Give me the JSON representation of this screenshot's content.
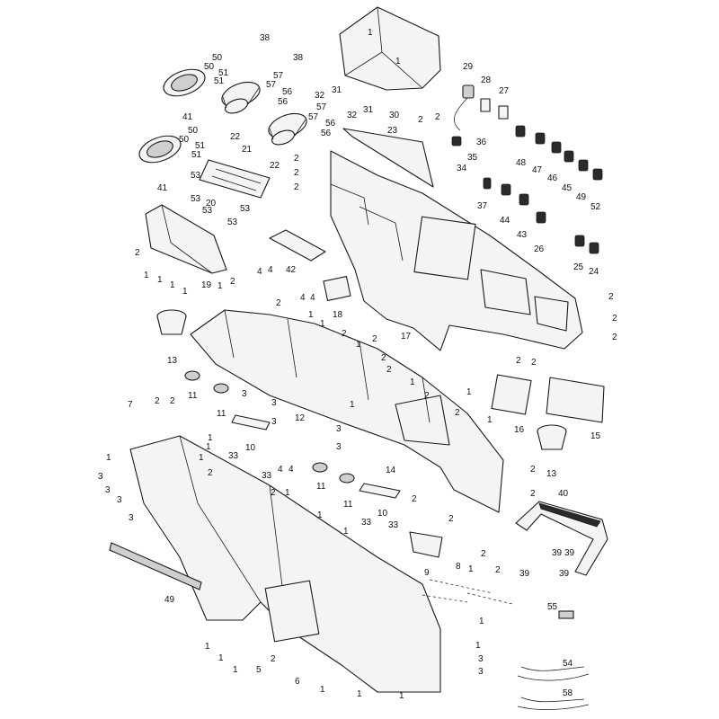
{
  "diagram": {
    "callouts": [
      "50",
      "50",
      "51",
      "51",
      "41",
      "50",
      "50",
      "51",
      "51",
      "41",
      "38",
      "38",
      "32",
      "31",
      "32",
      "31",
      "1",
      "1",
      "30",
      "2",
      "2",
      "29",
      "28",
      "27",
      "57",
      "57",
      "56",
      "56",
      "22",
      "57",
      "57",
      "56",
      "56",
      "22",
      "21",
      "20",
      "53",
      "53",
      "53",
      "53",
      "53",
      "23",
      "2",
      "2",
      "2",
      "36",
      "35",
      "34",
      "37",
      "48",
      "47",
      "46",
      "45",
      "49",
      "52",
      "44",
      "43",
      "26",
      "25",
      "24",
      "2",
      "1",
      "1",
      "1",
      "1",
      "2",
      "19",
      "4",
      "4",
      "42",
      "4",
      "4",
      "18",
      "2",
      "17",
      "2",
      "2",
      "2",
      "1",
      "2",
      "1",
      "1",
      "2",
      "1",
      "2",
      "2",
      "1",
      "2",
      "1",
      "2",
      "1",
      "1",
      "13",
      "11",
      "11",
      "3",
      "3",
      "3",
      "10",
      "33",
      "33",
      "12",
      "4",
      "4",
      "3",
      "3",
      "14",
      "16",
      "2",
      "2",
      "15",
      "13",
      "2",
      "2",
      "7",
      "2",
      "2",
      "1",
      "1",
      "1",
      "2",
      "1",
      "3",
      "3",
      "3",
      "3",
      "2",
      "1",
      "1",
      "1",
      "11",
      "11",
      "33",
      "10",
      "33",
      "2",
      "2",
      "9",
      "40",
      "39",
      "39",
      "39",
      "39",
      "49",
      "1",
      "1",
      "1",
      "5",
      "2",
      "6",
      "8",
      "1",
      "2",
      "2",
      "1",
      "1",
      "3",
      "3",
      "55",
      "54",
      "58",
      "1",
      "1",
      "1"
    ]
  }
}
